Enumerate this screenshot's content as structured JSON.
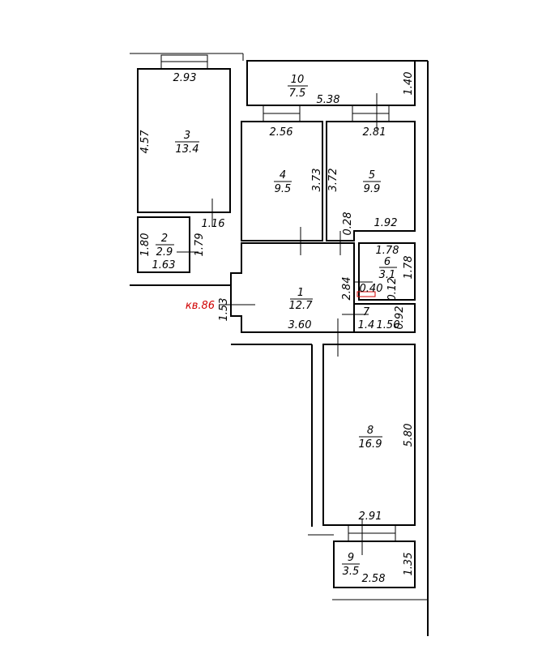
{
  "apartment_label": "кв.86",
  "accent_color": "#d00000",
  "rooms": [
    {
      "num": "1",
      "area": "12.7"
    },
    {
      "num": "2",
      "area": "2.9"
    },
    {
      "num": "3",
      "area": "13.4"
    },
    {
      "num": "4",
      "area": "9.5"
    },
    {
      "num": "5",
      "area": "9.9"
    },
    {
      "num": "6",
      "area": "3.1"
    },
    {
      "num": "7",
      "area": "1.4"
    },
    {
      "num": "8",
      "area": "16.9"
    },
    {
      "num": "9",
      "area": "3.5"
    },
    {
      "num": "10",
      "area": "7.5"
    }
  ],
  "dims": {
    "r3_w": "2.93",
    "r3_h": "4.57",
    "r3_door": "1.16",
    "r10_w": "5.38",
    "r10_h": "1.40",
    "r4_w": "2.56",
    "r4_h": "3.73",
    "r5_w": "2.81",
    "r5_h": "3.72",
    "r5_b": "1.92",
    "r5_n": "0.28",
    "r2_h": "1.80",
    "r2_w": "1.63",
    "r2_d": "1.79",
    "r1_w": "3.60",
    "r1_h": "2.84",
    "r1_d": "1.53",
    "r6_w": "1.78",
    "r6_h": "1.78",
    "r6_a": "0.40",
    "r6_b": "0.12",
    "r7_w": "1.50",
    "r7_h": "0.92",
    "r8_w": "2.91",
    "r8_h": "5.80",
    "r9_w": "2.58",
    "r9_h": "1.35"
  }
}
